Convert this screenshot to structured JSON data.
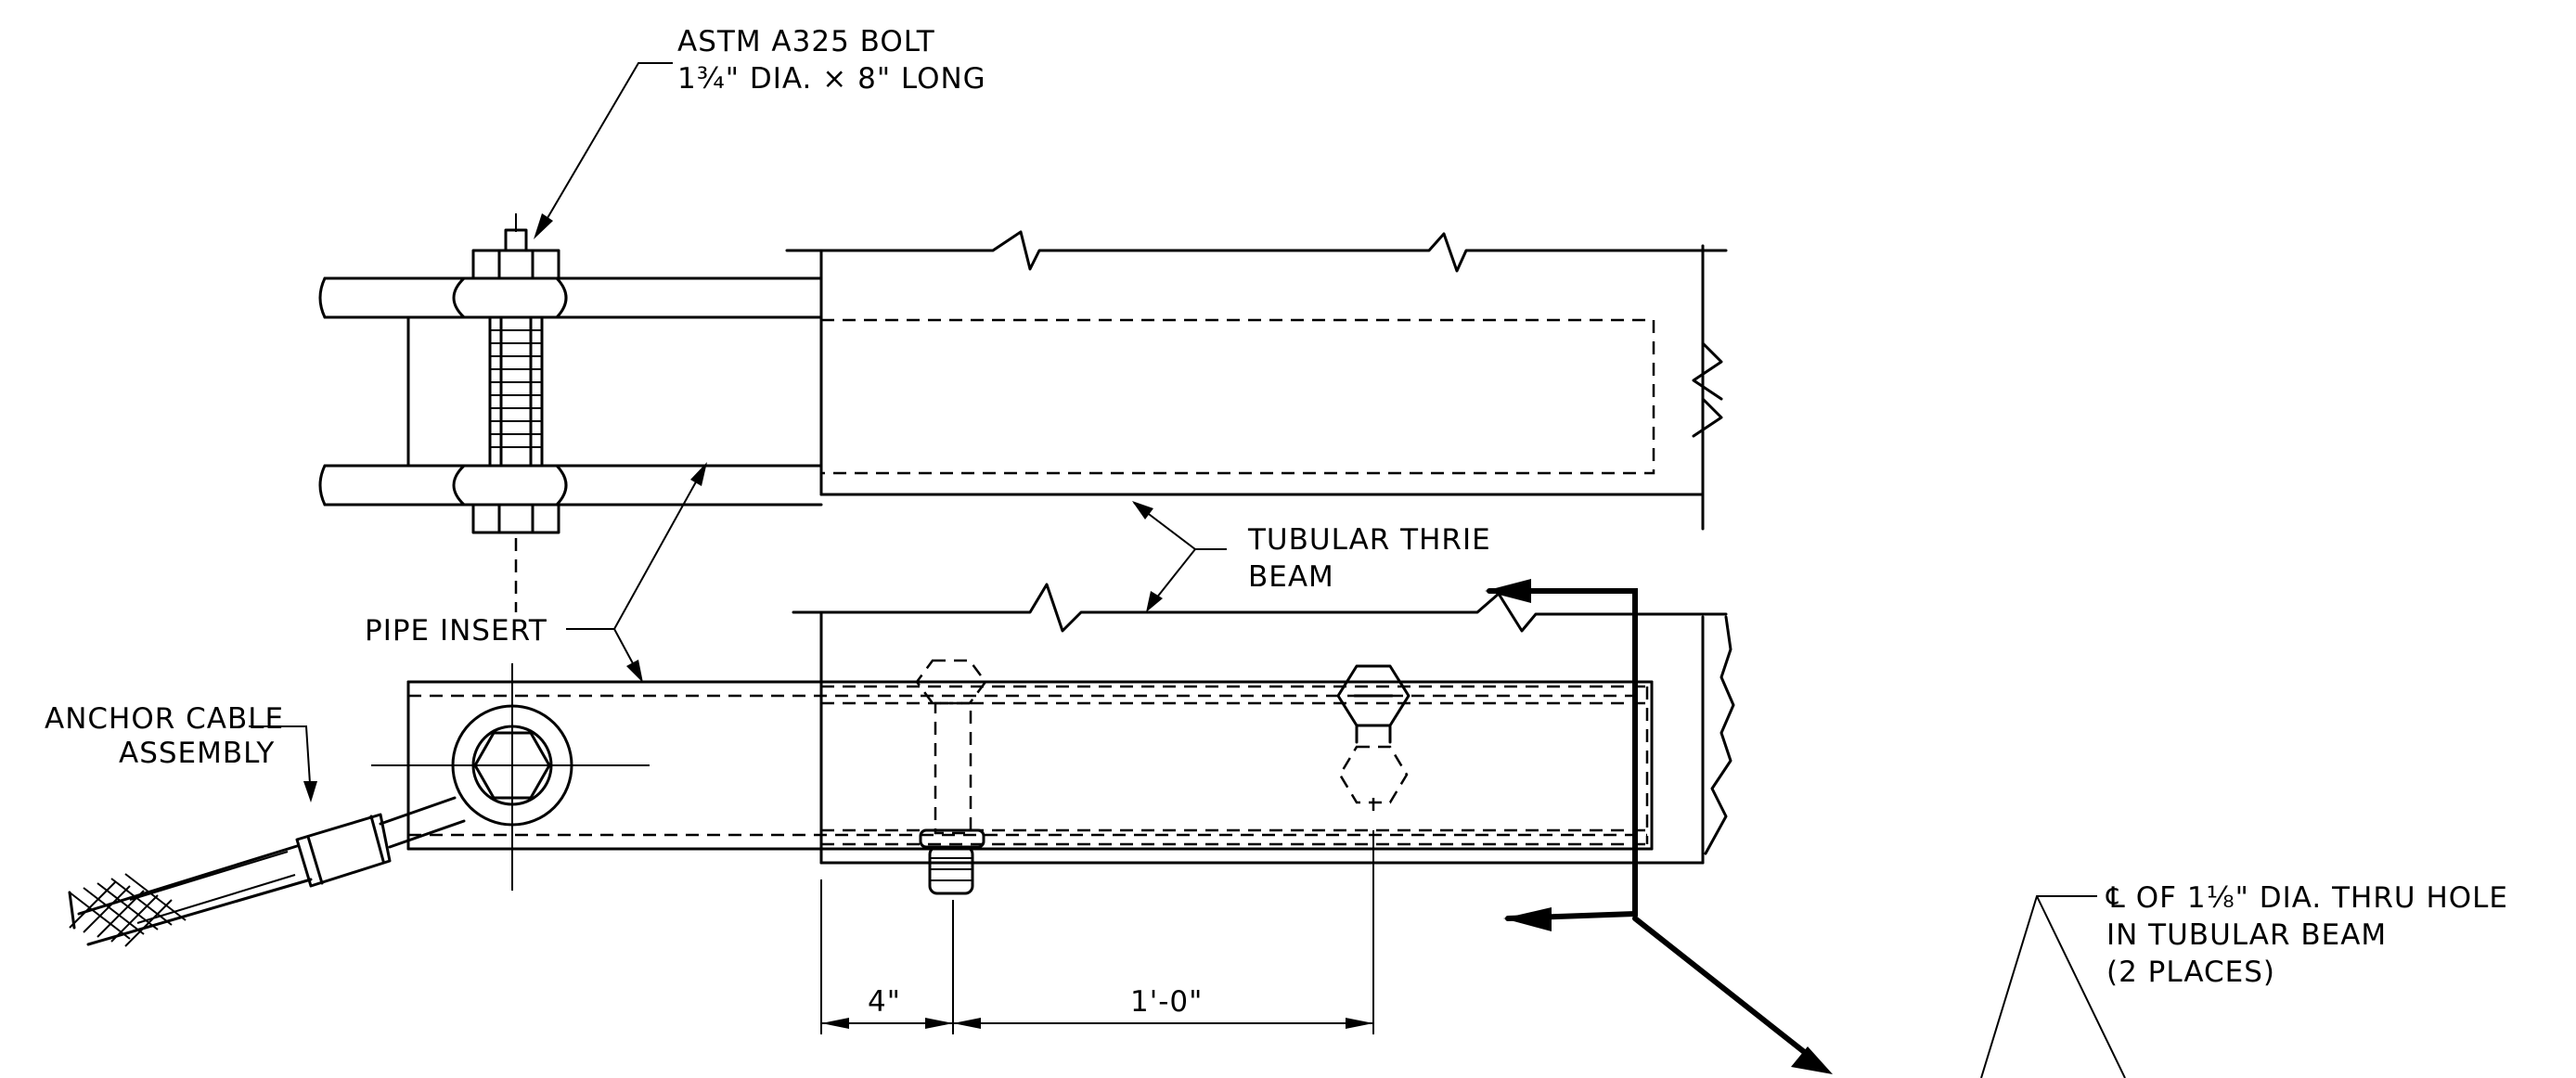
{
  "labels": {
    "bolt_line1": "ASTM A325 BOLT",
    "bolt_line2": "1¾\" DIA. × 8\" LONG",
    "tubular_line1": "TUBULAR THRIE",
    "tubular_line2": "BEAM",
    "pipe_insert": "PIPE INSERT",
    "anchor_line1": "ANCHOR CABLE",
    "anchor_line2": "ASSEMBLY",
    "hole_line1": "℄ OF 1⅛\" DIA. THRU HOLE",
    "hole_line2": "IN TUBULAR BEAM",
    "hole_line3": "(2 PLACES)"
  },
  "dimensions": {
    "dim_4": "4\"",
    "dim_1ft": "1'-0\""
  }
}
